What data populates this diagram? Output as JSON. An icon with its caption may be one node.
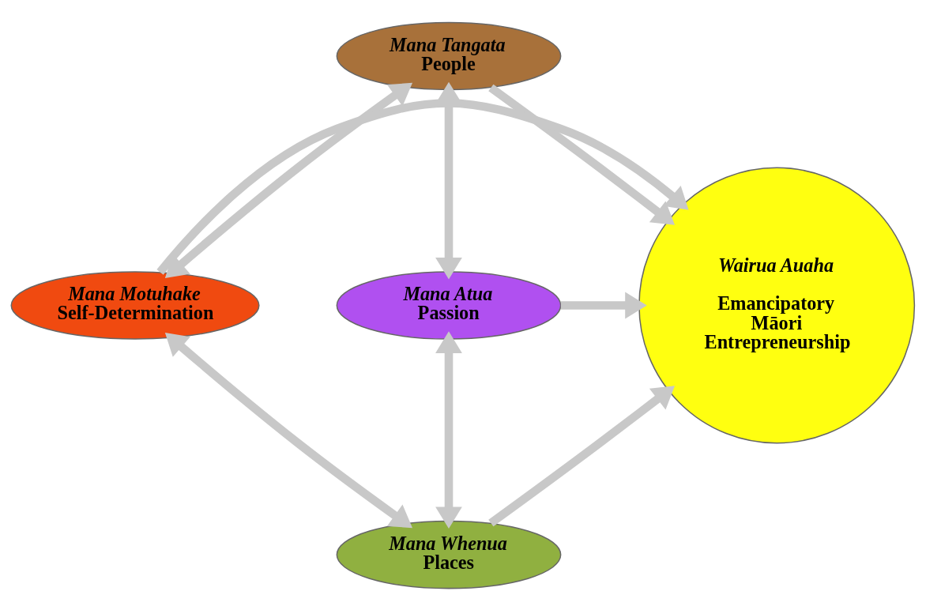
{
  "diagram": {
    "nodes": [
      {
        "text": [
          "Mana Tangata",
          "People"
        ]
      },
      {
        "text": [
          "Mana Motuhake",
          "Self-Determination"
        ]
      },
      {
        "text": [
          "Wairua Auaha",
          "Emancipatory Māori Entrepreneurship"
        ]
      },
      {
        "text": [
          "Mana Atua",
          "Passion"
        ]
      },
      {
        "text": [
          "Mana Whenua",
          "Places"
        ]
      }
    ],
    "edges": [
      {
        "from": 0,
        "to": 2,
        "arrow": "to"
      },
      {
        "from": 1,
        "to": 2,
        "arrow": "to"
      },
      {
        "from": 3,
        "to": 2,
        "arrow": "to"
      },
      {
        "from": 4,
        "to": 2,
        "arrow": "to"
      },
      {
        "from": 0,
        "to": 1,
        "arrow": "both"
      },
      {
        "from": 0,
        "to": 3,
        "arrow": "both"
      },
      {
        "from": 1,
        "to": 4,
        "arrow": "both"
      },
      {
        "from": 3,
        "to": 4,
        "arrow": "both"
      }
    ]
  }
}
